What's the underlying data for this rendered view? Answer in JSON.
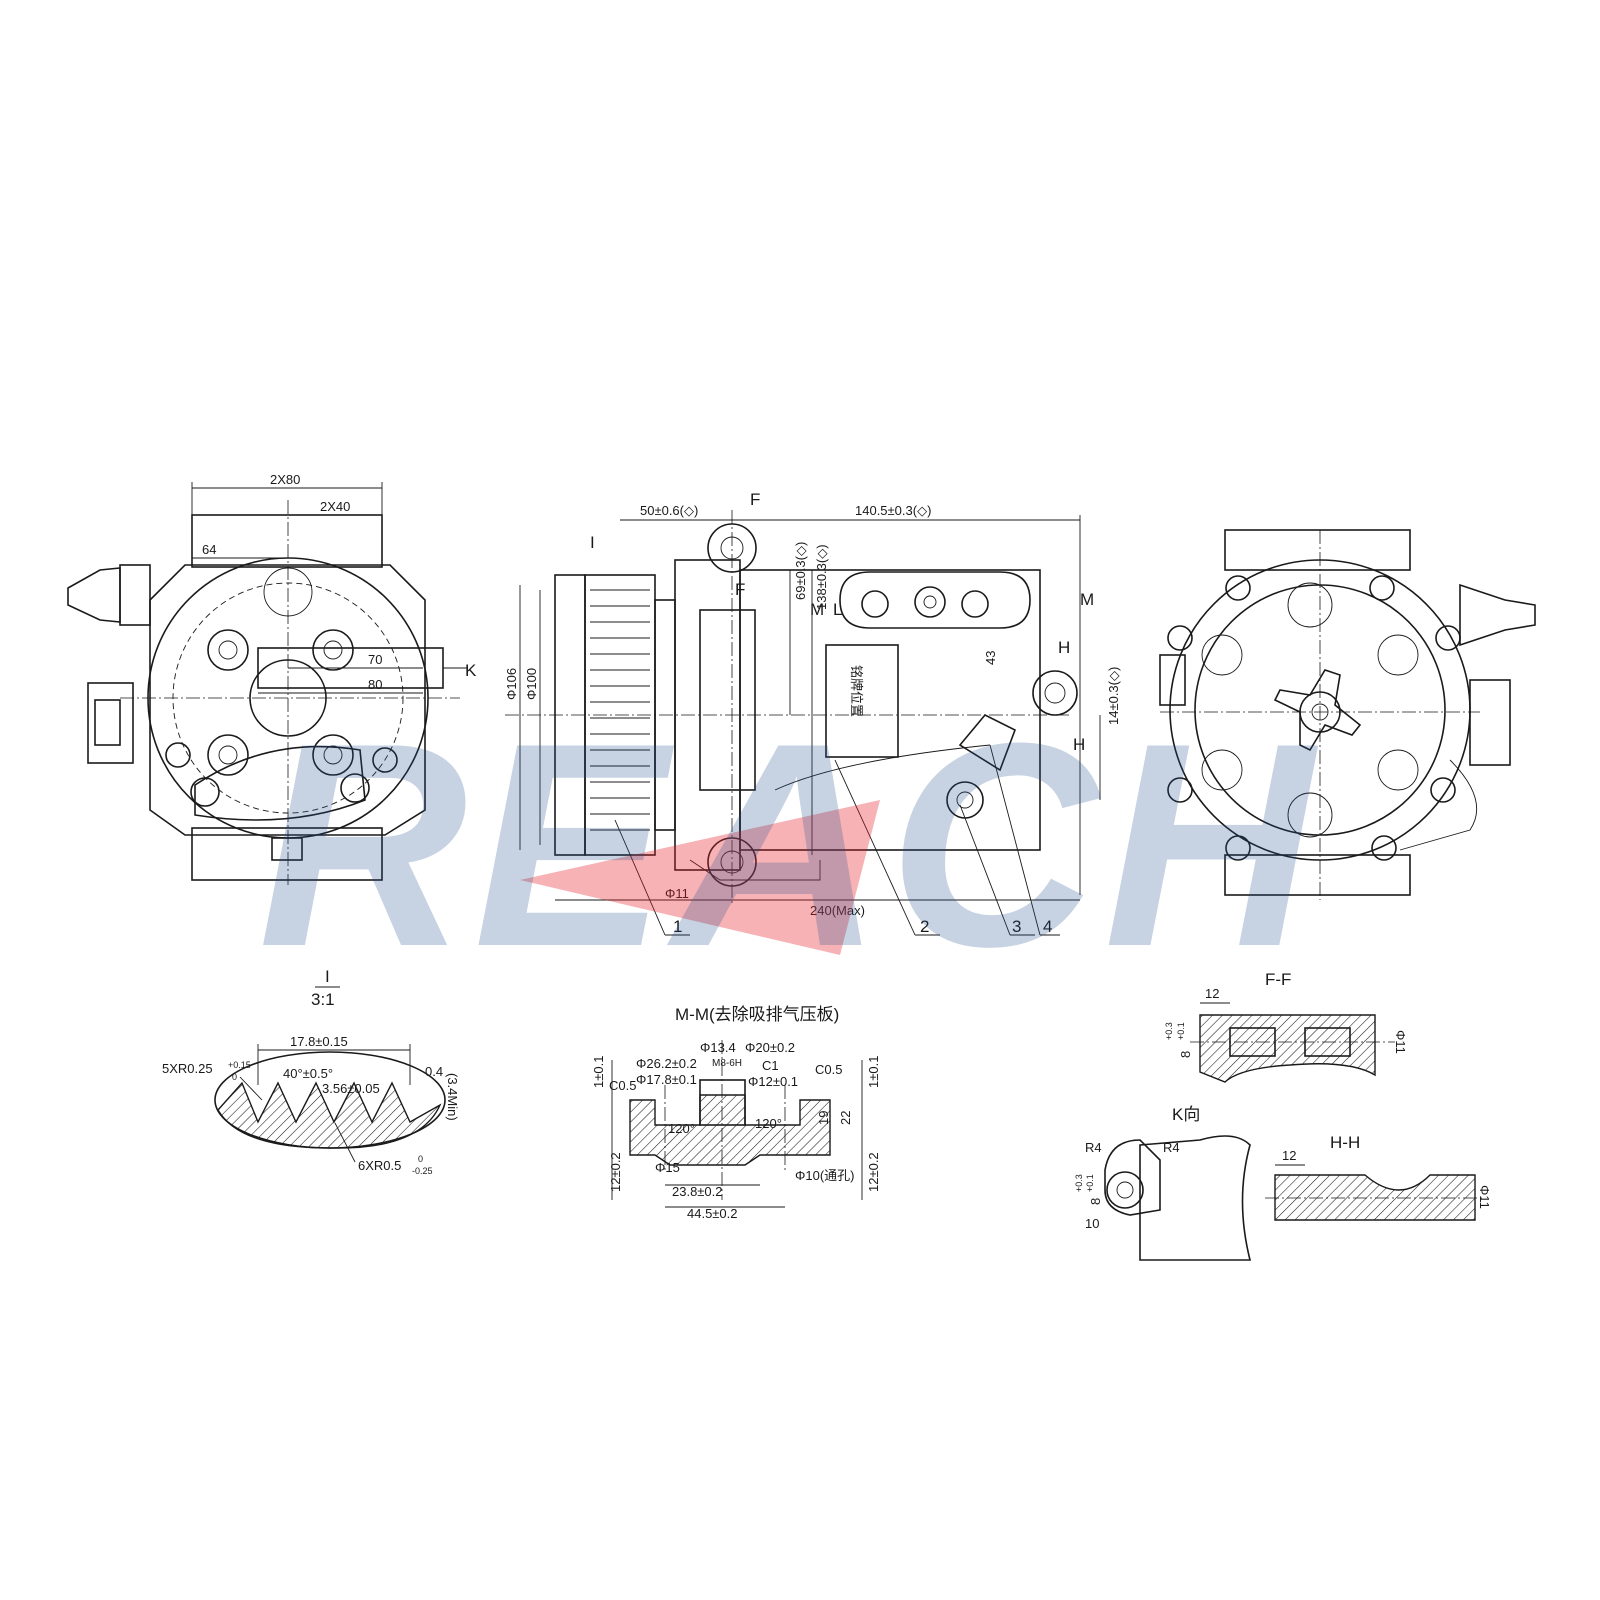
{
  "watermark": {
    "text": "REACH",
    "color": "#1f4e8c",
    "accent": "#e8222a"
  },
  "left_view": {
    "dims": {
      "d2x80": "2X80",
      "d2x40": "2X40",
      "d64": "64",
      "d70": "70",
      "d80": "80"
    },
    "view_marker": "K"
  },
  "side_view": {
    "dims": {
      "d50": "50±0.6(◇)",
      "d1405": "140.5±0.3(◇)",
      "d69": "69±0.3(◇)",
      "d138": "138±0.3(◇)",
      "d43": "43",
      "d14": "14±0.3(◇)",
      "dia106": "Φ106",
      "dia100": "Φ100",
      "dia11": "Φ11",
      "d240": "240(Max)"
    },
    "section_markers": {
      "i": "I",
      "f": "F",
      "m": "M",
      "l": "L",
      "h": "H"
    },
    "nameplate": "铭牌位置",
    "callouts": [
      "1",
      "2",
      "3",
      "4"
    ]
  },
  "detail_i": {
    "title": "I",
    "scale": "3:1",
    "dims": {
      "d178": "17.8±0.15",
      "r025": "5XR0.25",
      "r025_tol_up": "+0.15",
      "r025_tol_dn": "0",
      "angle": "40°±0.5°",
      "pitch": "3.56±0.05",
      "d04": "0.4",
      "depth": "(3.4Min)",
      "r05": "6XR0.5",
      "r05_tol_up": "0",
      "r05_tol_dn": "-0.25"
    }
  },
  "section_mm": {
    "title": "M-M(去除吸排气压板)",
    "dims": {
      "d262": "Φ26.2±0.2",
      "d178": "Φ17.8±0.1",
      "d134": "Φ13.4",
      "m8": "M8-6H",
      "d20": "Φ20±0.2",
      "c1": "C1",
      "d12": "Φ12±0.1",
      "c05a": "C0.5",
      "c05b": "C0.5",
      "d1a": "1±0.1",
      "d1b": "1±0.1",
      "a120": "120°",
      "a120b": "120°",
      "d15": "Φ15",
      "d238": "23.8±0.2",
      "d445": "44.5±0.2",
      "d10": "Φ10(通孔)",
      "d12a": "12±0.2",
      "d12b": "12±0.2",
      "d19": "19",
      "d22": "22"
    }
  },
  "section_ff": {
    "title": "F-F",
    "dims": {
      "d12": "12",
      "d8": "8",
      "tol_up": "+0.3",
      "tol_dn": "+0.1",
      "d11": "Φ11"
    }
  },
  "view_k": {
    "title": "K向",
    "dims": {
      "r4a": "R4",
      "r4b": "R4",
      "d8": "8",
      "tol_up": "+0.3",
      "tol_dn": "+0.1",
      "d10": "10"
    }
  },
  "section_hh": {
    "title": "H-H",
    "dims": {
      "d12": "12",
      "d11": "Φ11"
    }
  }
}
